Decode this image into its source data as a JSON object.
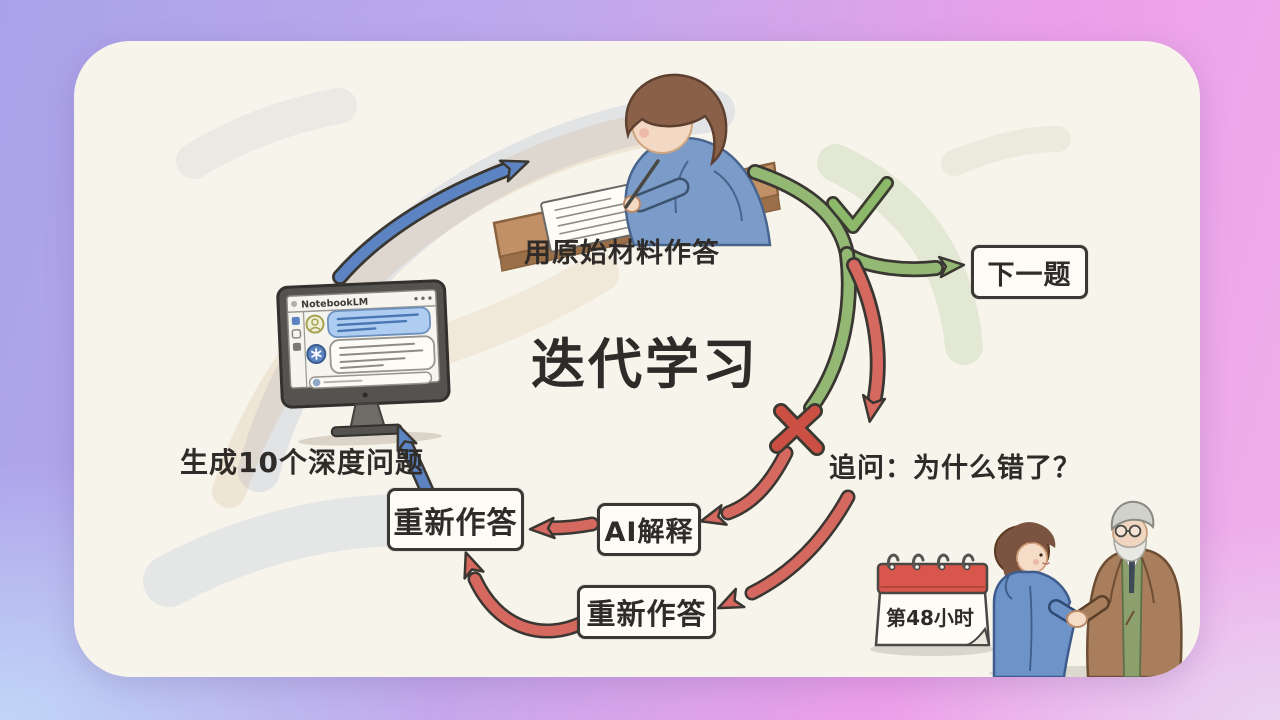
{
  "scene": {
    "title": "迭代学习",
    "answer_label": "用原始材料作答",
    "generate_label": "生成10个深度问题",
    "followup_label": "追问：为什么错了？",
    "boxes": {
      "next_question": "下一题",
      "redo_answer_top": "重新作答",
      "ai_explain": "AI解释",
      "redo_answer_bottom": "重新作答"
    },
    "monitor": {
      "app_name": "NotebookLM"
    },
    "calendar": {
      "day_label": "第48小时"
    },
    "icons": {
      "check": "check-icon",
      "cross": "x-icon"
    },
    "colors": {
      "card_background": "#f7f4ec",
      "ink": "#2e2b28",
      "arrow_blue": "#5d84c2",
      "arrow_green": "#92b873",
      "arrow_red": "#d5685f",
      "cross_red": "#cc4f44",
      "calendar_red": "#d8564b",
      "bg_top_left": "#a9a2ea",
      "bg_top_right": "#ec9fe9",
      "bg_bottom_left": "#c1d6f7"
    }
  }
}
